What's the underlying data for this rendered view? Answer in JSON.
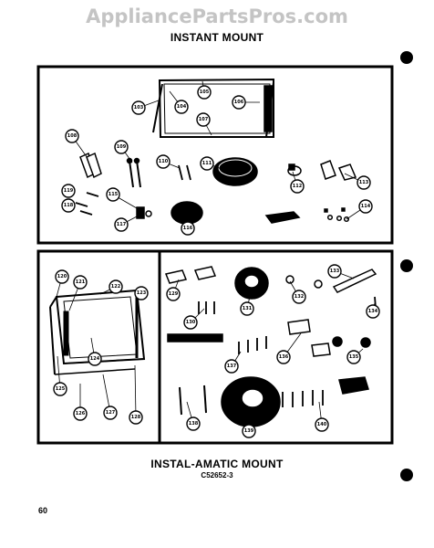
{
  "watermark": "AppliancePartsPros.com",
  "title_top": "INSTANT MOUNT",
  "title_bottom": "INSTAL-AMATIC MOUNT",
  "model_code": "C52652-3",
  "page_number": "60",
  "callouts_top": [
    "103",
    "104",
    "105",
    "106",
    "107",
    "108",
    "109",
    "110",
    "111",
    "112",
    "113",
    "114",
    "115",
    "116",
    "117",
    "118",
    "119"
  ],
  "callouts_bottom_left": [
    "120",
    "121",
    "122",
    "123",
    "124",
    "125",
    "126",
    "127",
    "128"
  ],
  "callouts_bottom_right": [
    "129",
    "130",
    "131",
    "132",
    "133",
    "134",
    "135",
    "136",
    "137",
    "138",
    "139",
    "140"
  ]
}
